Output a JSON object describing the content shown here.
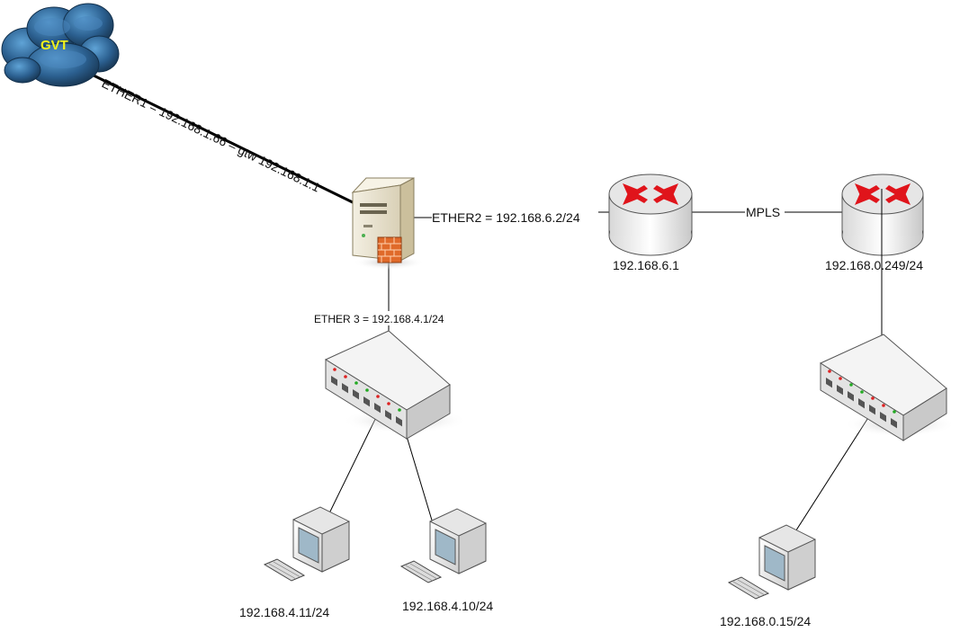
{
  "diagram": {
    "cloud": {
      "label": "GVT"
    },
    "links": {
      "ether1": "ETHER1 = 192.168.1.66 – gtw 192.168.1.1",
      "ether2": "ETHER2 = 192.168.6.2/24",
      "ether3": "ETHER 3 = 192.168.4.1/24",
      "mpls": "MPLS"
    },
    "routers": [
      {
        "label": "192.168.6.1"
      },
      {
        "label": "192.168.0.249/24"
      }
    ],
    "computers": [
      {
        "label": "192.168.4.11/24"
      },
      {
        "label": "192.168.4.10/24"
      },
      {
        "label": "192.168.0.15/24"
      }
    ],
    "colors": {
      "cloud": "#2b5f8f",
      "cloud_text": "#f2f21a",
      "router_arrows": "#e0141b",
      "server_body": "#e9e2cc",
      "firewall": "#e06a2a",
      "switch_body": "#eeeeee"
    },
    "icons": [
      "cloud-icon",
      "server-icon",
      "firewall-icon",
      "router-icon",
      "switch-icon",
      "computer-icon",
      "keyboard-icon"
    ]
  }
}
